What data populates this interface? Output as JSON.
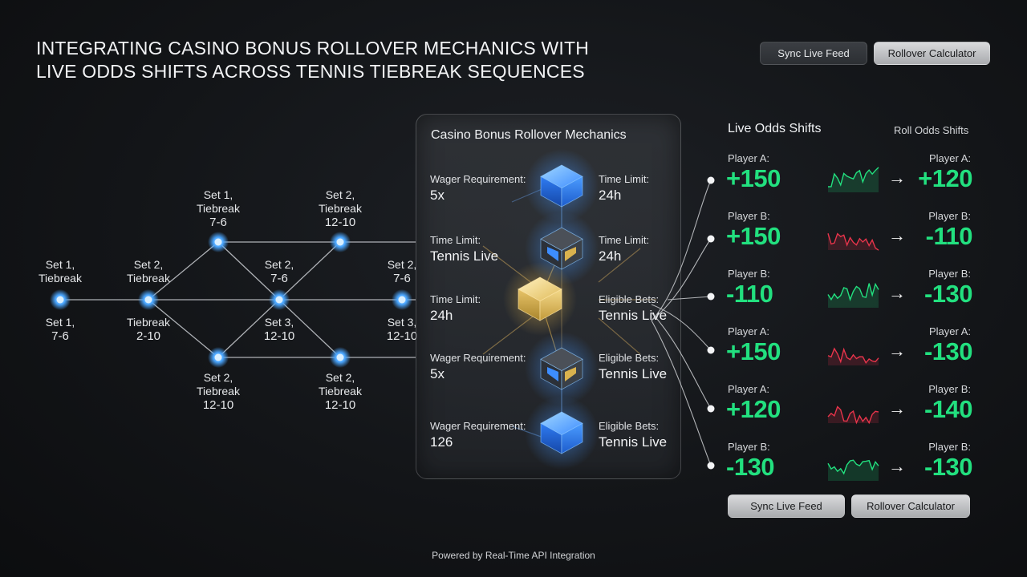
{
  "header": {
    "title_line1": "INTEGRATING CASINO BONUS ROLLOVER MECHANICS WITH",
    "title_line2": "LIVE ODDS SHIFTS ACROSS TENNIS TIEBREAK SEQUENCES",
    "sync_button": "Sync Live Feed",
    "calc_button": "Rollover Calculator"
  },
  "tree": {
    "nodes": [
      {
        "id": "n1",
        "top": "Set 1,|Tiebreak",
        "bottom": "Set 1,|7-6"
      },
      {
        "id": "n2",
        "top": "Set 2,|Tiebreak",
        "bottom": "Tiebreak|2-10"
      },
      {
        "id": "n3",
        "top": "Set 1,|Tiebreak|7-6",
        "bottom": ""
      },
      {
        "id": "n4",
        "top": "",
        "bottom": "Set 2,|Tiebreak|12-10"
      },
      {
        "id": "n5",
        "top": "Set 2,|7-6",
        "bottom": "Set 3,|12-10"
      },
      {
        "id": "n6",
        "top": "Set 2,|Tiebreak|12-10",
        "bottom": ""
      },
      {
        "id": "n7",
        "top": "",
        "bottom": "Set 2,|Tiebreak|12-10"
      },
      {
        "id": "n8",
        "top": "Set 2,|7-6",
        "bottom": "Set 3,|12-10"
      }
    ]
  },
  "panel": {
    "title": "Casino Bonus Rollover Mechanics",
    "rows": [
      {
        "left_label": "Wager Requirement:",
        "left_value": "5x",
        "right_label": "Time Limit:",
        "right_value": "24h",
        "cube": "blue"
      },
      {
        "left_label": "Time Limit:",
        "left_value": "Tennis Live",
        "right_label": "Time Limit:",
        "right_value": "24h",
        "cube": "mixed"
      },
      {
        "left_label": "Time Limit:",
        "left_value": "24h",
        "right_label": "Eligible Bets:",
        "right_value": "Tennis Live",
        "cube": "gold"
      },
      {
        "left_label": "Wager Requirement:",
        "left_value": "5x",
        "right_label": "Eligible Bets:",
        "right_value": "Tennis Live",
        "cube": "mixed"
      },
      {
        "left_label": "Wager Requirement:",
        "left_value": "126",
        "right_label": "Eligible Bets:",
        "right_value": "Tennis Live",
        "cube": "blue"
      }
    ]
  },
  "odds": {
    "heading": "Live Odds Shifts",
    "subheading": "Roll Odds Shifts",
    "colors": {
      "green": "#22e07f",
      "red": "#e8344b"
    },
    "rows": [
      {
        "from_label": "Player A:",
        "from_value": "+150",
        "trend": "green",
        "to_label": "Player A:",
        "to_value": "+120"
      },
      {
        "from_label": "Player B:",
        "from_value": "+150",
        "trend": "red",
        "to_label": "Player B:",
        "to_value": "-110"
      },
      {
        "from_label": "Player B:",
        "from_value": "-110",
        "trend": "green",
        "to_label": "Player B:",
        "to_value": "-130"
      },
      {
        "from_label": "Player A:",
        "from_value": "+150",
        "trend": "red",
        "to_label": "Player A:",
        "to_value": "-130"
      },
      {
        "from_label": "Player A:",
        "from_value": "+120",
        "trend": "red",
        "to_label": "Player B:",
        "to_value": "-140"
      },
      {
        "from_label": "Player B:",
        "from_value": "-130",
        "trend": "green",
        "to_label": "Player B:",
        "to_value": "-130"
      }
    ],
    "arrow": "→",
    "sync_button": "Sync Live Feed",
    "calc_button": "Rollover Calculator"
  },
  "footer": "Powered by Real-Time API Integration"
}
